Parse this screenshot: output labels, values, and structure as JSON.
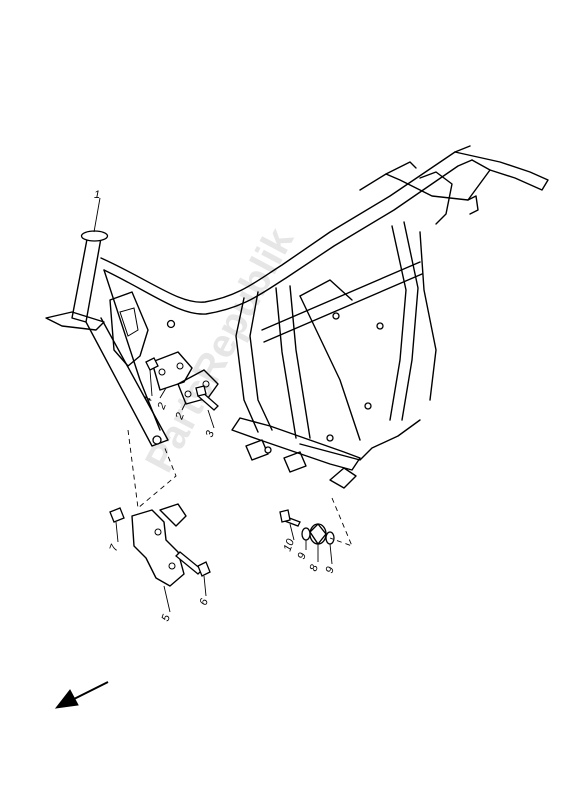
{
  "watermark": {
    "text": "PartsRepublik"
  },
  "callouts": [
    "1",
    "2",
    "2",
    "3",
    "4",
    "5",
    "6",
    "7",
    "8",
    "9",
    "9",
    "10"
  ],
  "icons": {
    "direction_arrow": "arrow-down-left-icon"
  }
}
